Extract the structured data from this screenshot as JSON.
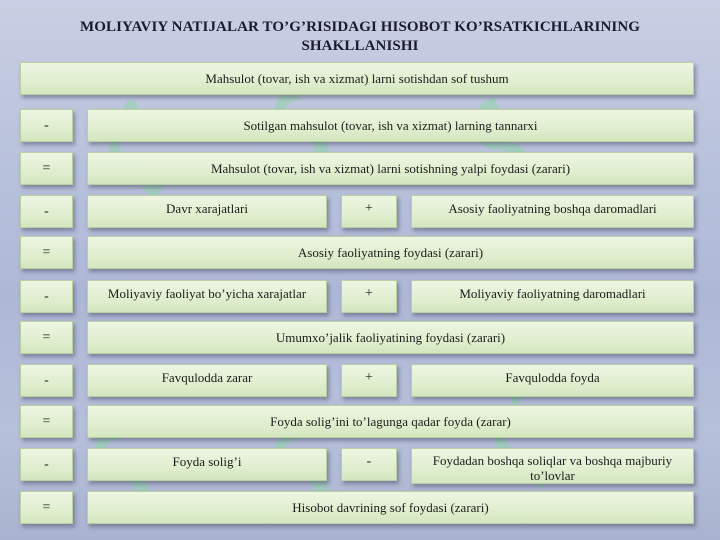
{
  "title": "MOLIYAVIY NATIJALAR TO’G’RISIDAGI HISOBOT KO’RSATKICHLARINING SHAKLLANISHI",
  "rows": [
    {
      "main": "Mahsulot (tovar, ish va xizmat) larni sotishdan sof tushum"
    },
    {
      "op": "-",
      "main": "Sotilgan mahsulot (tovar, ish va xizmat) larning tannarxi"
    },
    {
      "op": "=",
      "main": "Mahsulot (tovar, ish va xizmat) larni sotishning yalpi foydasi (zarari)"
    },
    {
      "op": "-",
      "left": "Davr xarajatlari",
      "mid_op": "+",
      "right": "Asosiy faoliyatning boshqa daromadlari"
    },
    {
      "op": "=",
      "main": "Asosiy faoliyatning foydasi (zarari)"
    },
    {
      "op": "-",
      "left": "Moliyaviy faoliyat bo’yicha xarajatlar",
      "mid_op": "+",
      "right": "Moliyaviy faoliyatning daromadlari"
    },
    {
      "op": "=",
      "main": "Umumxo’jalik faoliyatining foydasi (zarari)"
    },
    {
      "op": "-",
      "left": "Favqulodda zarar",
      "mid_op": "+",
      "right": "Favqulodda foyda"
    },
    {
      "op": "=",
      "main": "Foyda solig’ini to’lagunga qadar foyda (zarar)"
    },
    {
      "op": "-",
      "left": "Foyda solig’i",
      "mid_op": "-",
      "right": "Foydadan boshqa soliqlar va boshqa majburiy to’lovlar"
    },
    {
      "op": "=",
      "main": "Hisobot davrining sof foydasi (zarari)"
    }
  ]
}
